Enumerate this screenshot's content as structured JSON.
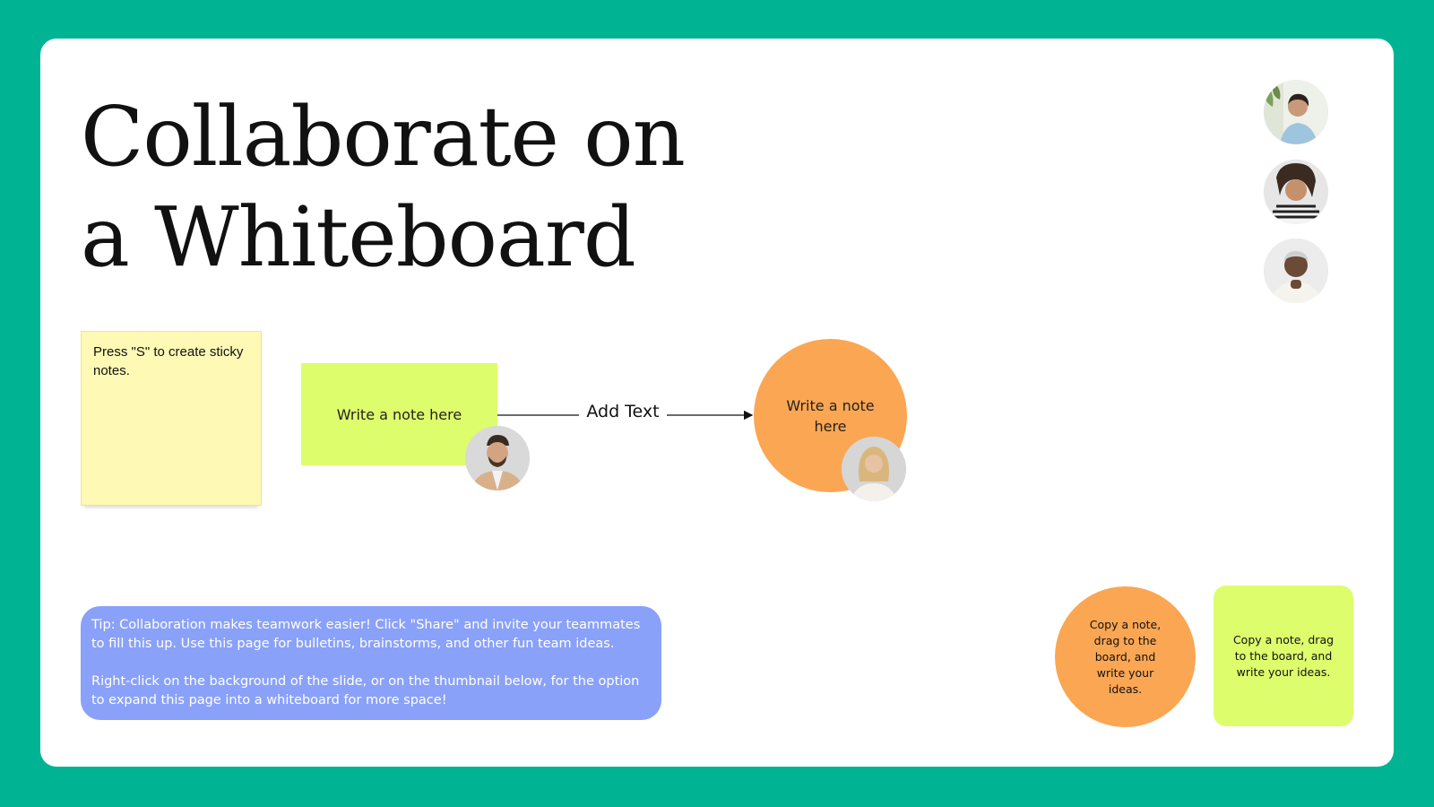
{
  "title": {
    "line1": "Collaborate on",
    "line2": "a Whiteboard"
  },
  "sticky_note": {
    "text": "Press \"S\" to create sticky notes."
  },
  "green_note": {
    "text": "Write a note here"
  },
  "connector": {
    "label": "Add Text"
  },
  "orange_circle": {
    "text": "Write a note here"
  },
  "tip": {
    "paragraph1": "Tip: Collaboration makes teamwork easier! Click \"Share\" and invite your teammates to fill this up. Use this page for bulletins, brainstorms, and other fun team ideas.",
    "paragraph2": "Right-click on the background of the slide, or on the thumbnail below, for the option to expand this page into a whiteboard for more space!"
  },
  "copy_circle": {
    "text": "Copy a note, drag to the board, and write your ideas."
  },
  "copy_note": {
    "text": "Copy a note, drag to the board, and write your ideas."
  },
  "colors": {
    "background": "#00b493",
    "sticky_yellow": "#fef9b5",
    "note_green": "#ddfd6c",
    "note_orange": "#fba653",
    "tip_blue": "#8aa1f9"
  }
}
